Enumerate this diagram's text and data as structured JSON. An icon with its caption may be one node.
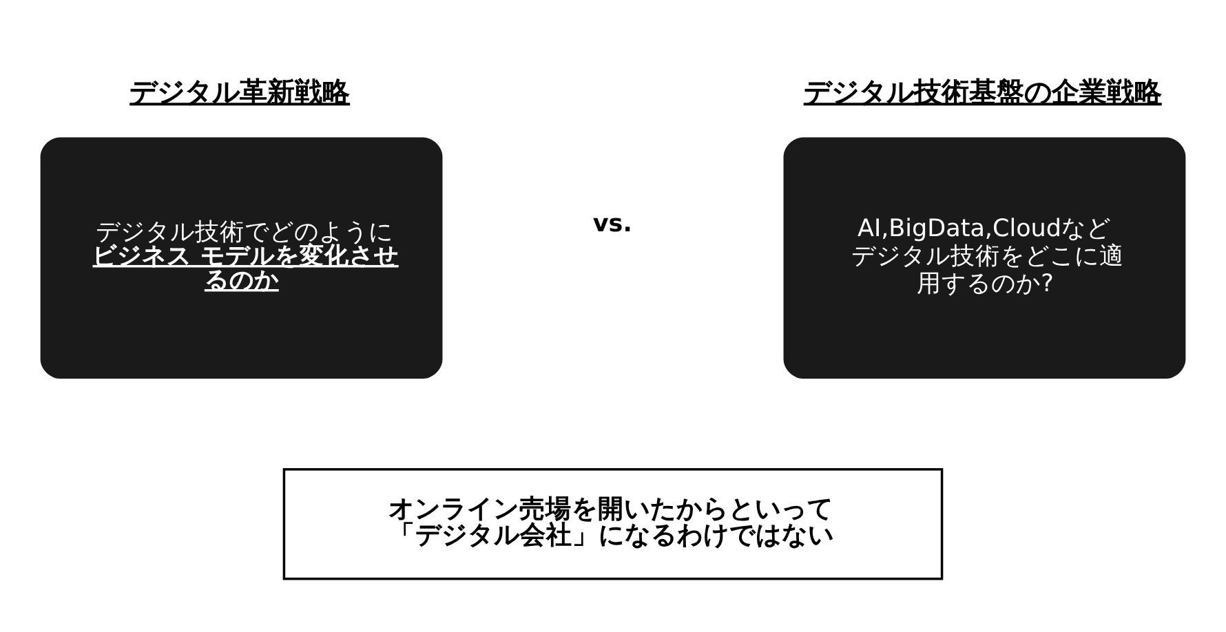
{
  "diagram": {
    "nodes": [
      {
        "text": [
          "デジタル革新戦略",
          "デジタル技術でどのように**ビジネス モデルを変化させるのか**"
        ]
      },
      {
        "text": [
          "デジタル技術基盤の企業戦略",
          "AI,BigData,Cloudなどデジタル技術をどこに適用するのか?"
        ]
      },
      {
        "text": [
          "オンライン売場を開いたからといって「デジタル会社」になるわけではない"
        ]
      }
    ],
    "edges": [],
    "labels": [
      "vs."
    ]
  }
}
